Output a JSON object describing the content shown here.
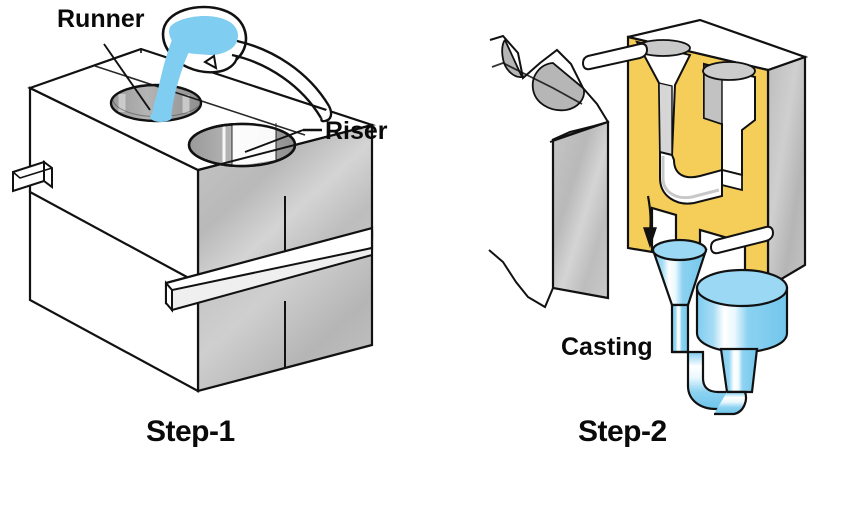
{
  "figure": {
    "title": "Sand casting process - two step illustration",
    "background_color": "#FFFFFF"
  },
  "colors": {
    "molten_metal_blue": "#7FCDF0",
    "molten_metal_blue_light": "#BFE6F7",
    "sand_mold_yellow": "#F5CE5A",
    "mold_gray": "#BDBDBD",
    "mold_gray_dark": "#A8A8A8",
    "mold_white": "#FFFFFF",
    "outline_black": "#111111",
    "text_black": "#0A0A0A"
  },
  "steps": [
    {
      "id": "step-1",
      "caption": "Step-1",
      "description": "Molten metal being poured from a ladle into the mold box",
      "labels": [
        {
          "id": "runner",
          "text": "Runner"
        },
        {
          "id": "riser",
          "text": "Riser"
        }
      ],
      "elements": {
        "ladle": "pouring-ladle",
        "pour_stream": "molten-metal-stream",
        "mold_box": "sand-mold-box",
        "openings": [
          "runner-opening",
          "riser-opening"
        ],
        "handles": [
          "left-side-handle",
          "front-clamp-bar"
        ]
      }
    },
    {
      "id": "step-2",
      "caption": "Step-2",
      "description": "Mold opened in cross-section and the solidified casting removed",
      "labels": [
        {
          "id": "casting",
          "text": "Casting"
        }
      ],
      "elements": {
        "mold_half_left": "cutaway-mold-half-left",
        "mold_half_right": "cutaway-mold-half-right",
        "sand_core": "yellow-sand-mold-section",
        "cavity": "white-mold-cavity",
        "pins": [
          "alignment-pin-top",
          "alignment-pin-bottom"
        ],
        "arrow": "removal-arrow-down",
        "casting": {
          "sprue": "funnel-sprue",
          "runner": "bent-runner-channel",
          "riser": "cylindrical-riser"
        }
      }
    }
  ]
}
